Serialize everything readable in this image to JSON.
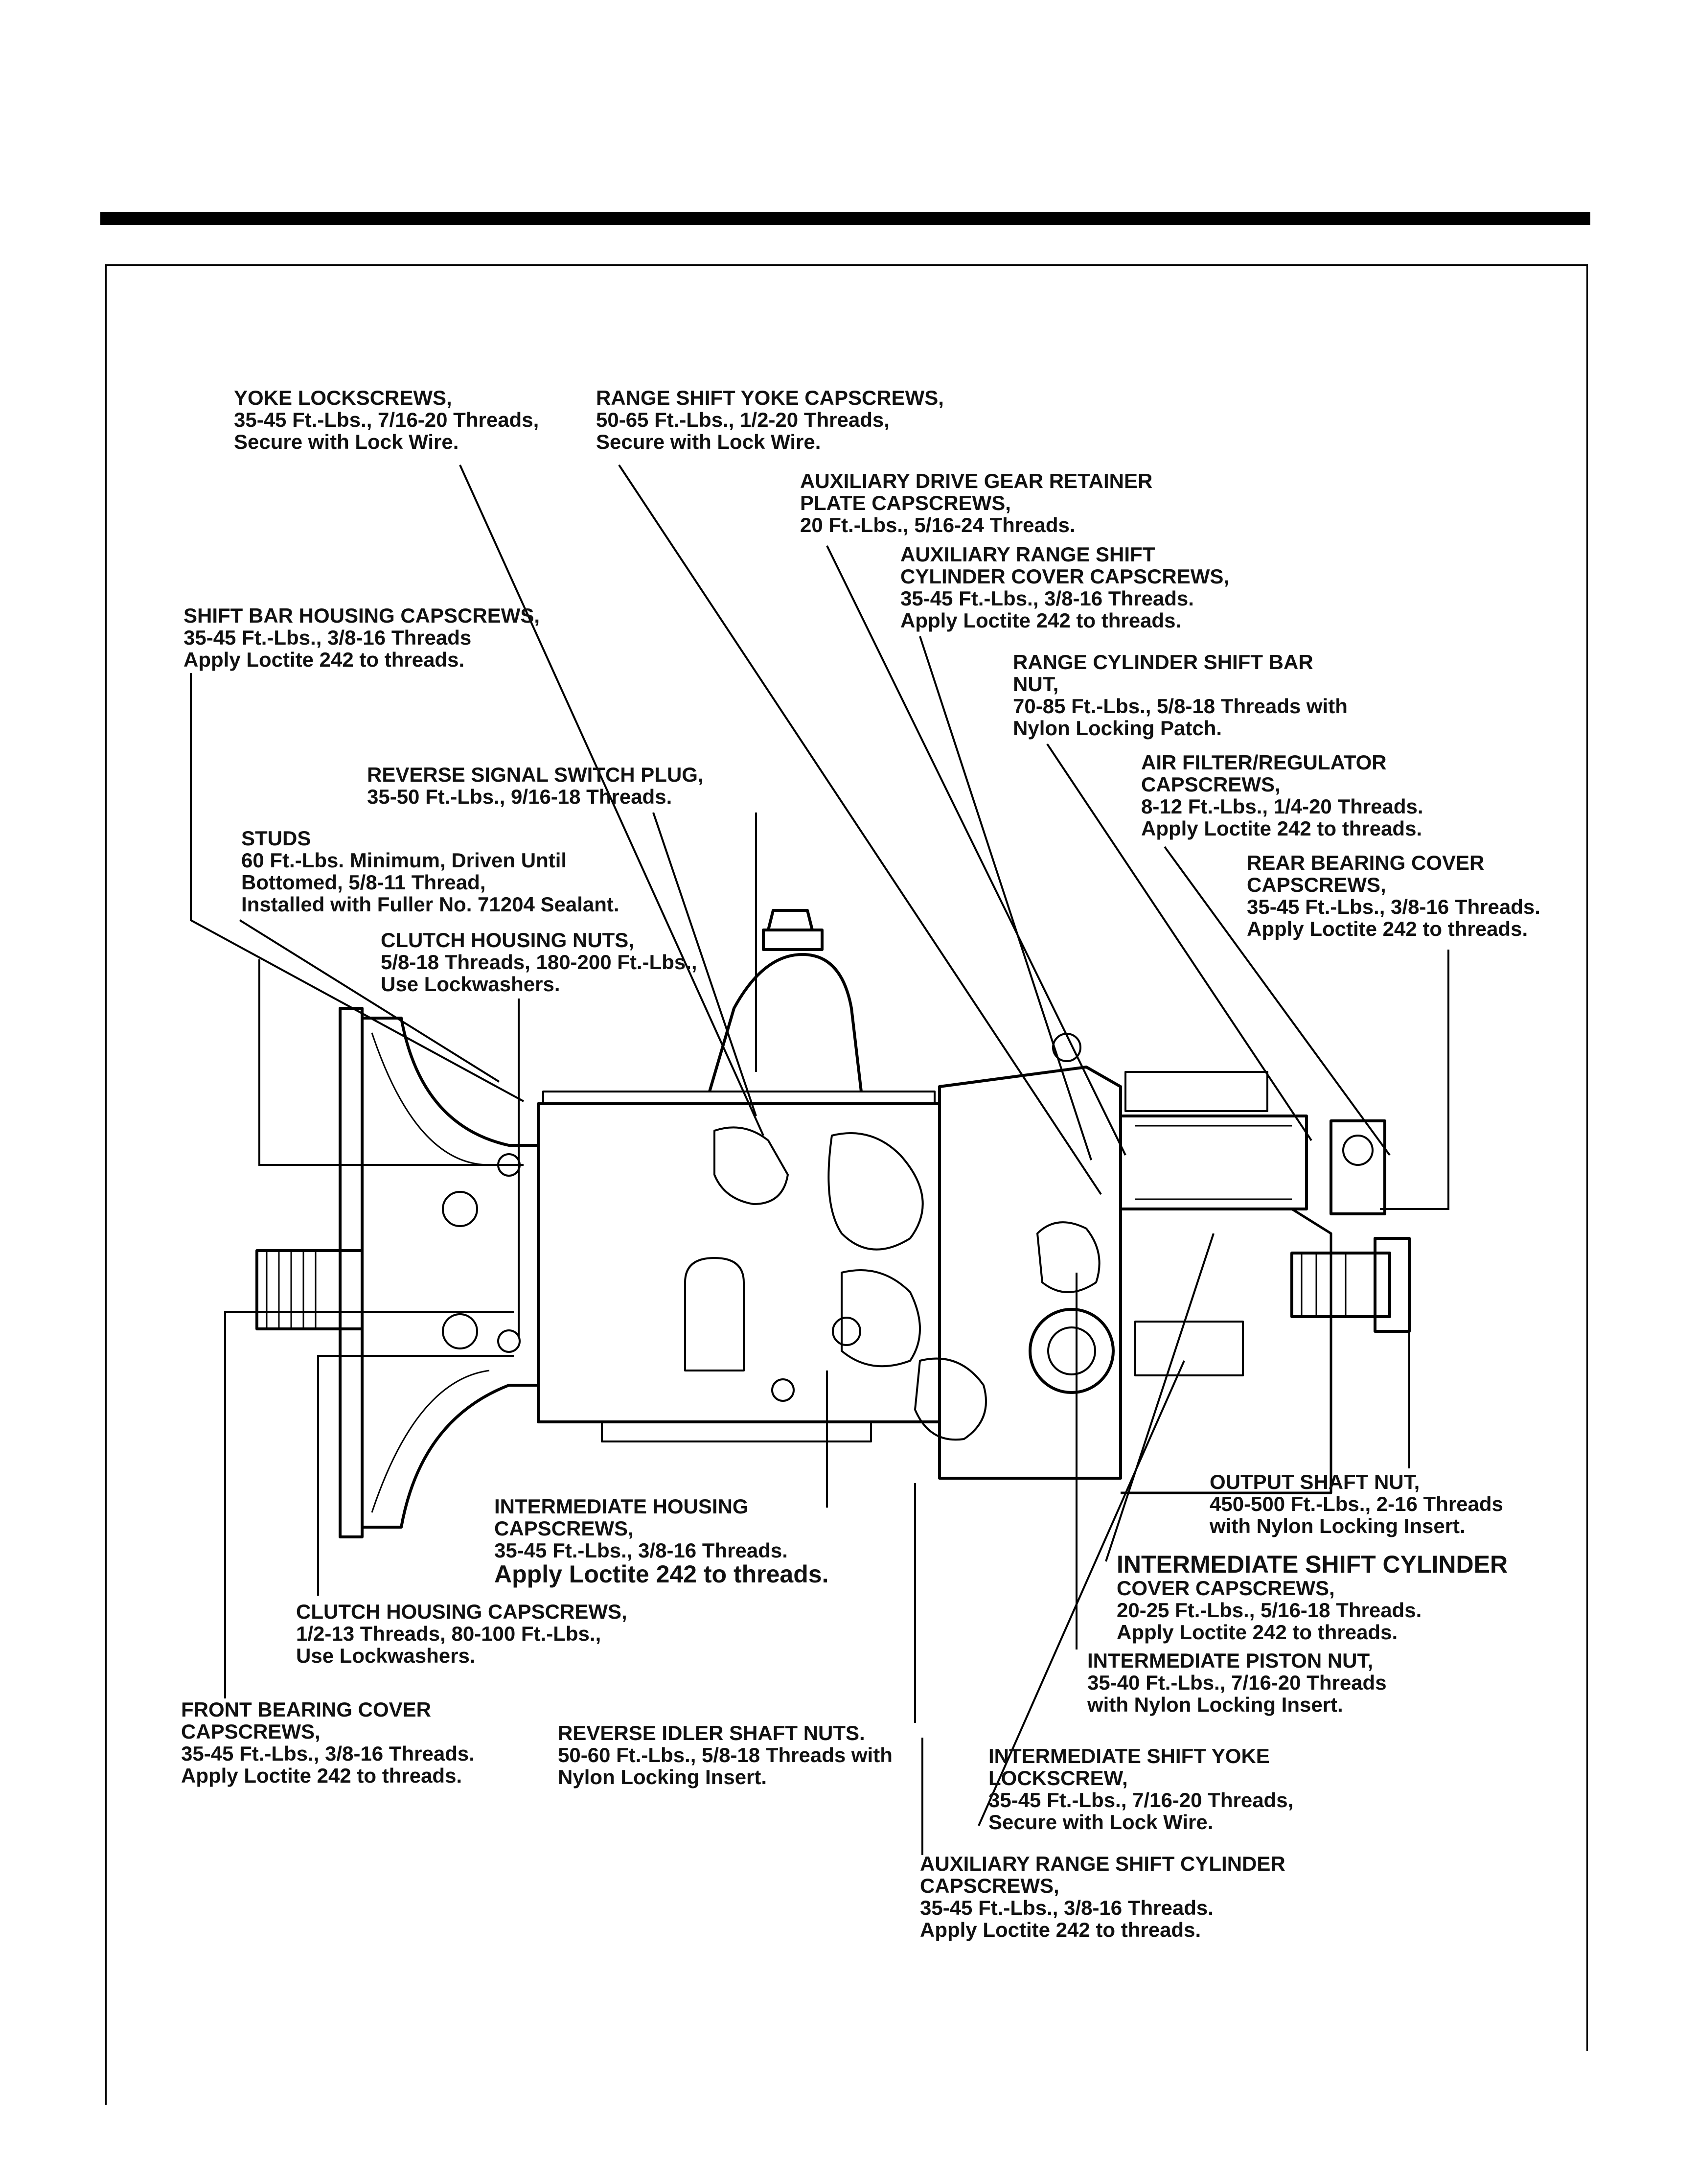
{
  "callouts": {
    "yoke_lockscrews": [
      "YOKE LOCKSCREWS,",
      "35-45 Ft.-Lbs., 7/16-20 Threads,",
      "Secure with Lock Wire."
    ],
    "range_shift_yoke_capscrews": [
      "RANGE SHIFT YOKE CAPSCREWS,",
      "50-65 Ft.-Lbs., 1/2-20 Threads,",
      "Secure with Lock Wire."
    ],
    "aux_drive_gear_retainer": [
      "AUXILIARY DRIVE GEAR RETAINER",
      "PLATE CAPSCREWS,",
      "20 Ft.-Lbs., 5/16-24 Threads."
    ],
    "aux_range_shift_cover": [
      "AUXILIARY RANGE SHIFT",
      "CYLINDER COVER CAPSCREWS,",
      "35-45 Ft.-Lbs., 3/8-16 Threads.",
      "Apply Loctite 242 to threads."
    ],
    "shift_bar_housing": [
      "SHIFT BAR HOUSING CAPSCREWS,",
      "35-45 Ft.-Lbs., 3/8-16 Threads",
      "Apply Loctite 242 to threads."
    ],
    "range_cylinder_shift_bar_nut": [
      "RANGE CYLINDER SHIFT BAR",
      "NUT,",
      "70-85 Ft.-Lbs., 5/8-18 Threads with",
      "Nylon Locking Patch."
    ],
    "reverse_signal_switch": [
      "REVERSE SIGNAL SWITCH PLUG,",
      "35-50 Ft.-Lbs., 9/16-18 Threads."
    ],
    "air_filter_regulator": [
      "AIR FILTER/REGULATOR",
      "CAPSCREWS,",
      "8-12 Ft.-Lbs., 1/4-20 Threads.",
      "Apply Loctite 242 to threads."
    ],
    "studs": [
      "STUDS",
      "60 Ft.-Lbs. Minimum, Driven Until",
      "Bottomed, 5/8-11 Thread,",
      "Installed with Fuller No. 71204 Sealant."
    ],
    "rear_bearing_cover": [
      "REAR BEARING COVER",
      "CAPSCREWS,",
      "35-45 Ft.-Lbs., 3/8-16 Threads.",
      "Apply Loctite 242 to threads."
    ],
    "clutch_housing_nuts": [
      "CLUTCH HOUSING NUTS,",
      "5/8-18 Threads, 180-200 Ft.-Lbs.,",
      "Use Lockwashers."
    ],
    "output_shaft_nut": [
      "OUTPUT SHAFT NUT,",
      "450-500 Ft.-Lbs., 2-16 Threads",
      "with Nylon Locking Insert."
    ],
    "intermediate_housing": [
      "INTERMEDIATE HOUSING",
      "CAPSCREWS,",
      "35-45 Ft.-Lbs., 3/8-16 Threads.",
      "Apply Loctite 242 to threads."
    ],
    "intermediate_shift_cylinder_cover": [
      "INTERMEDIATE SHIFT CYLINDER",
      "COVER CAPSCREWS,",
      "20-25 Ft.-Lbs., 5/16-18 Threads.",
      "Apply Loctite 242 to threads."
    ],
    "clutch_housing_capscrews": [
      "CLUTCH HOUSING CAPSCREWS,",
      "1/2-13 Threads, 80-100 Ft.-Lbs.,",
      "Use Lockwashers."
    ],
    "intermediate_piston_nut": [
      "INTERMEDIATE PISTON NUT,",
      "35-40 Ft.-Lbs., 7/16-20 Threads",
      "with Nylon Locking Insert."
    ],
    "front_bearing_cover": [
      "FRONT BEARING COVER",
      "CAPSCREWS,",
      "35-45 Ft.-Lbs., 3/8-16 Threads.",
      "Apply Loctite 242 to threads."
    ],
    "reverse_idler_shaft_nuts": [
      "REVERSE IDLER SHAFT NUTS.",
      "50-60 Ft.-Lbs., 5/8-18 Threads with",
      "Nylon Locking Insert."
    ],
    "intermediate_shift_yoke_lockscrew": [
      "INTERMEDIATE SHIFT YOKE",
      "LOCKSCREW,",
      "35-45 Ft.-Lbs., 7/16-20 Threads,",
      "Secure with Lock Wire."
    ],
    "aux_range_shift_cylinder_capscrews": [
      "AUXILIARY RANGE SHIFT CYLINDER",
      "CAPSCREWS,",
      "35-45 Ft.-Lbs., 3/8-16 Threads.",
      "Apply Loctite 242 to threads."
    ]
  }
}
